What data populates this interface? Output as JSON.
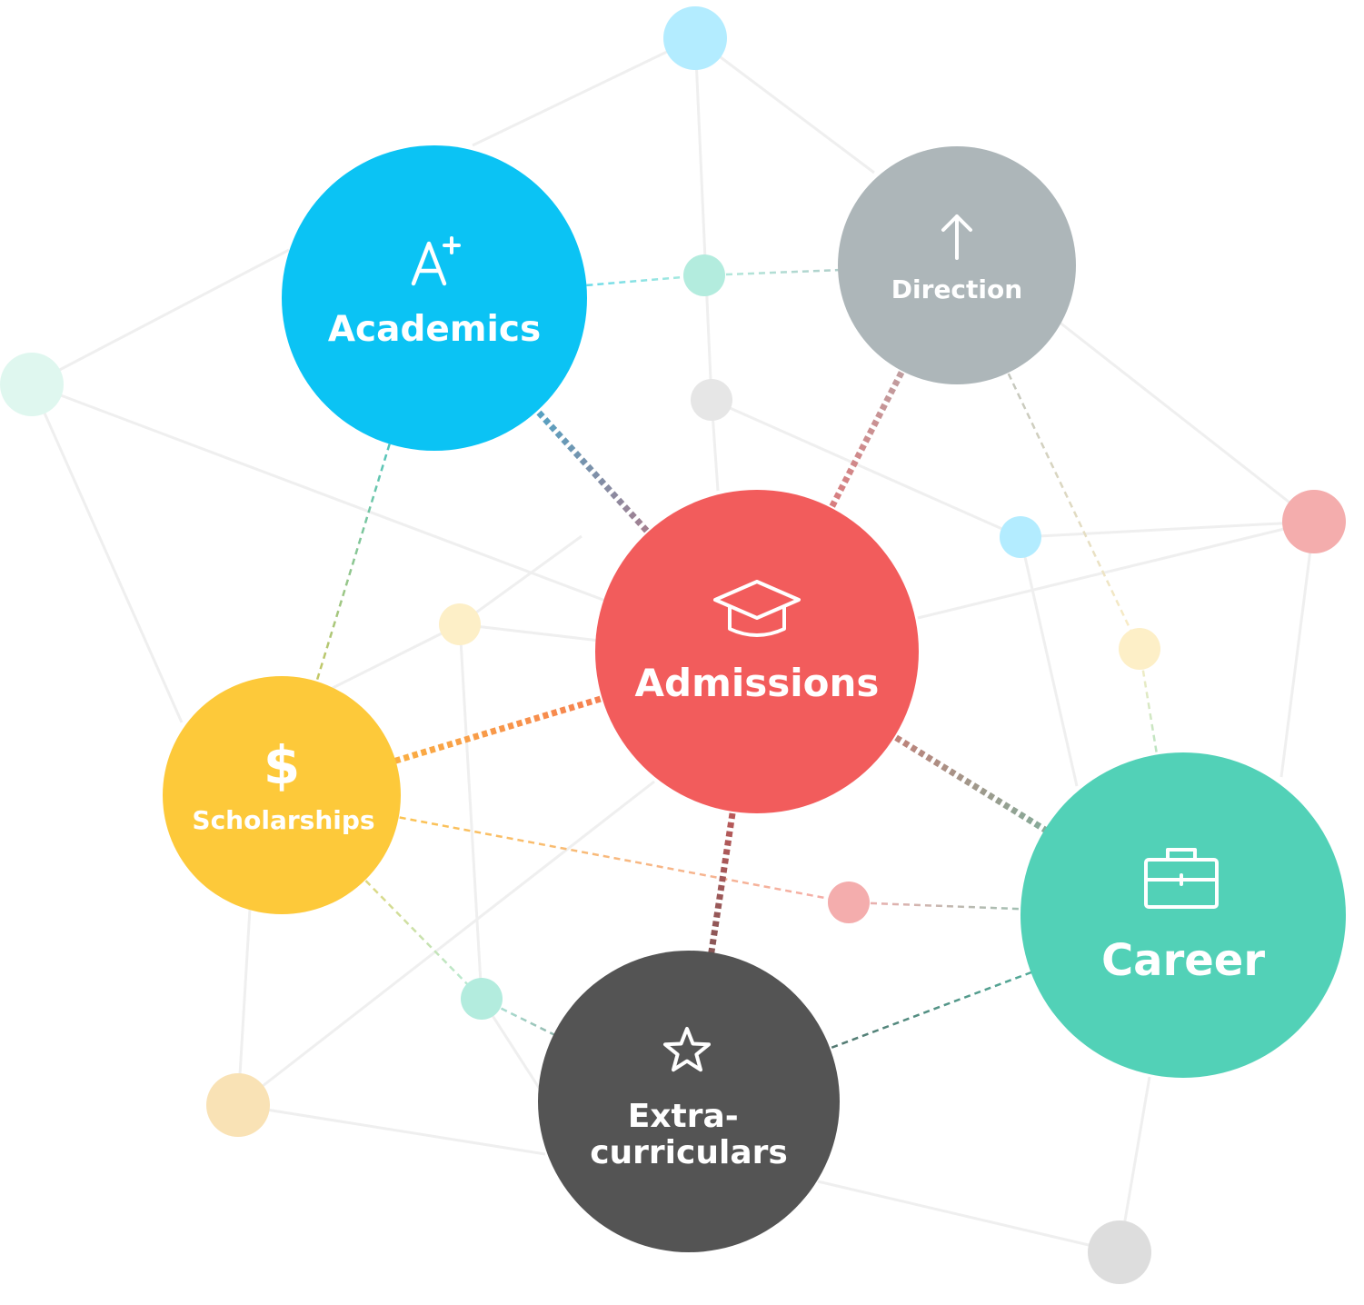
{
  "diagram": {
    "nodes": [
      {
        "id": "academics",
        "label_lines": [
          "Academics"
        ],
        "icon": "a-plus-icon",
        "color": "#0BC3F4"
      },
      {
        "id": "direction",
        "label_lines": [
          "Direction"
        ],
        "icon": "arrow-up-icon",
        "color": "#ADB6B9"
      },
      {
        "id": "admissions",
        "label_lines": [
          "Admissions"
        ],
        "icon": "graduation-cap-icon",
        "color": "#F25C5C"
      },
      {
        "id": "scholarships",
        "label_lines": [
          "Scholarships"
        ],
        "icon": "dollar-icon",
        "color": "#FDC93A"
      },
      {
        "id": "career",
        "label_lines": [
          "Career"
        ],
        "icon": "briefcase-icon",
        "color": "#52D1B7"
      },
      {
        "id": "extracurriculars",
        "label_lines": [
          "Extra-",
          "curriculars"
        ],
        "icon": "star-icon",
        "color": "#545454"
      }
    ],
    "dots": [
      {
        "id": "d1",
        "color": "#B3ECFF"
      },
      {
        "id": "d2",
        "color": "#B3ECDE"
      },
      {
        "id": "d3",
        "color": "#DFF7EF"
      },
      {
        "id": "d4",
        "color": "#E6E6E6"
      },
      {
        "id": "d5",
        "color": "#B3ECFF"
      },
      {
        "id": "d6",
        "color": "#F4ADAD"
      },
      {
        "id": "d7",
        "color": "#FDEFC7"
      },
      {
        "id": "d8",
        "color": "#FDEFC7"
      },
      {
        "id": "d9",
        "color": "#F4ADAD"
      },
      {
        "id": "d10",
        "color": "#B3ECDE"
      },
      {
        "id": "d11",
        "color": "#F9E2B5"
      },
      {
        "id": "d12",
        "color": "#DDDDDD"
      }
    ],
    "background_lines_color": "#EFEFEF",
    "dashed_links": [
      [
        "academics",
        "d2"
      ],
      [
        "d2",
        "direction"
      ],
      [
        "academics",
        "scholarships"
      ],
      [
        "direction",
        "d7"
      ],
      [
        "d7",
        "career"
      ],
      [
        "scholarships",
        "d9"
      ],
      [
        "d9",
        "career"
      ],
      [
        "scholarships",
        "d10"
      ],
      [
        "d10",
        "extracurriculars"
      ],
      [
        "extracurriculars",
        "career"
      ]
    ],
    "thick_links": [
      [
        "admissions",
        "academics"
      ],
      [
        "admissions",
        "direction"
      ],
      [
        "admissions",
        "scholarships"
      ],
      [
        "admissions",
        "career"
      ],
      [
        "admissions",
        "extracurriculars"
      ]
    ]
  }
}
